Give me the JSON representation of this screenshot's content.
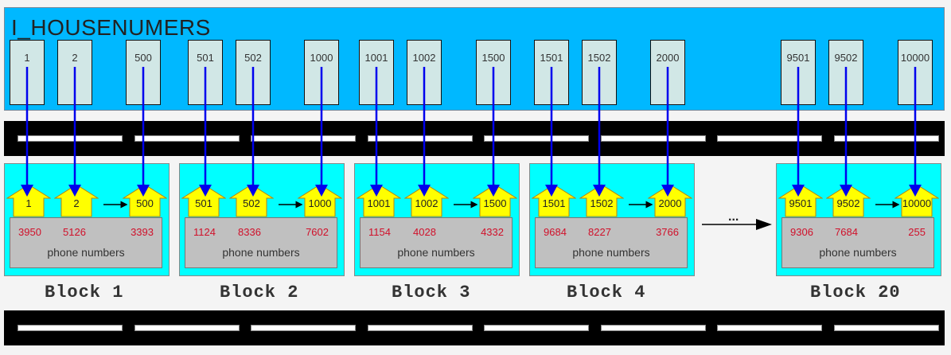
{
  "title": "I_HOUSENUMERS",
  "index_entries": [
    "1",
    "2",
    "500",
    "501",
    "502",
    "1000",
    "1001",
    "1002",
    "1500",
    "1501",
    "1502",
    "2000",
    "9501",
    "9502",
    "10000"
  ],
  "blocks": [
    {
      "label": "Block 1",
      "houses": [
        "1",
        "2",
        "500"
      ],
      "phones": [
        "3950",
        "5126",
        "3393"
      ],
      "phone_label": "phone numbers"
    },
    {
      "label": "Block 2",
      "houses": [
        "501",
        "502",
        "1000"
      ],
      "phones": [
        "1124",
        "8336",
        "7602"
      ],
      "phone_label": "phone numbers"
    },
    {
      "label": "Block 3",
      "houses": [
        "1001",
        "1002",
        "1500"
      ],
      "phones": [
        "1154",
        "4028",
        "4332"
      ],
      "phone_label": "phone numbers"
    },
    {
      "label": "Block 4",
      "houses": [
        "1501",
        "1502",
        "2000"
      ],
      "phones": [
        "9684",
        "8227",
        "3766"
      ],
      "phone_label": "phone numbers"
    },
    {
      "label": "Block 20",
      "houses": [
        "9501",
        "9502",
        "10000"
      ],
      "phones": [
        "9306",
        "7684",
        "255"
      ],
      "phone_label": "phone numbers"
    }
  ],
  "ellipsis": "...",
  "colors": {
    "index_panel": "#00b8ff",
    "index_box": "#d1e7e6",
    "block": "#00ffff",
    "house": "#ffff00",
    "phone_box": "#c0c0c0",
    "phone_text": "#d0102a",
    "pointer_arrow": "#0000ee",
    "road": "#000000"
  }
}
